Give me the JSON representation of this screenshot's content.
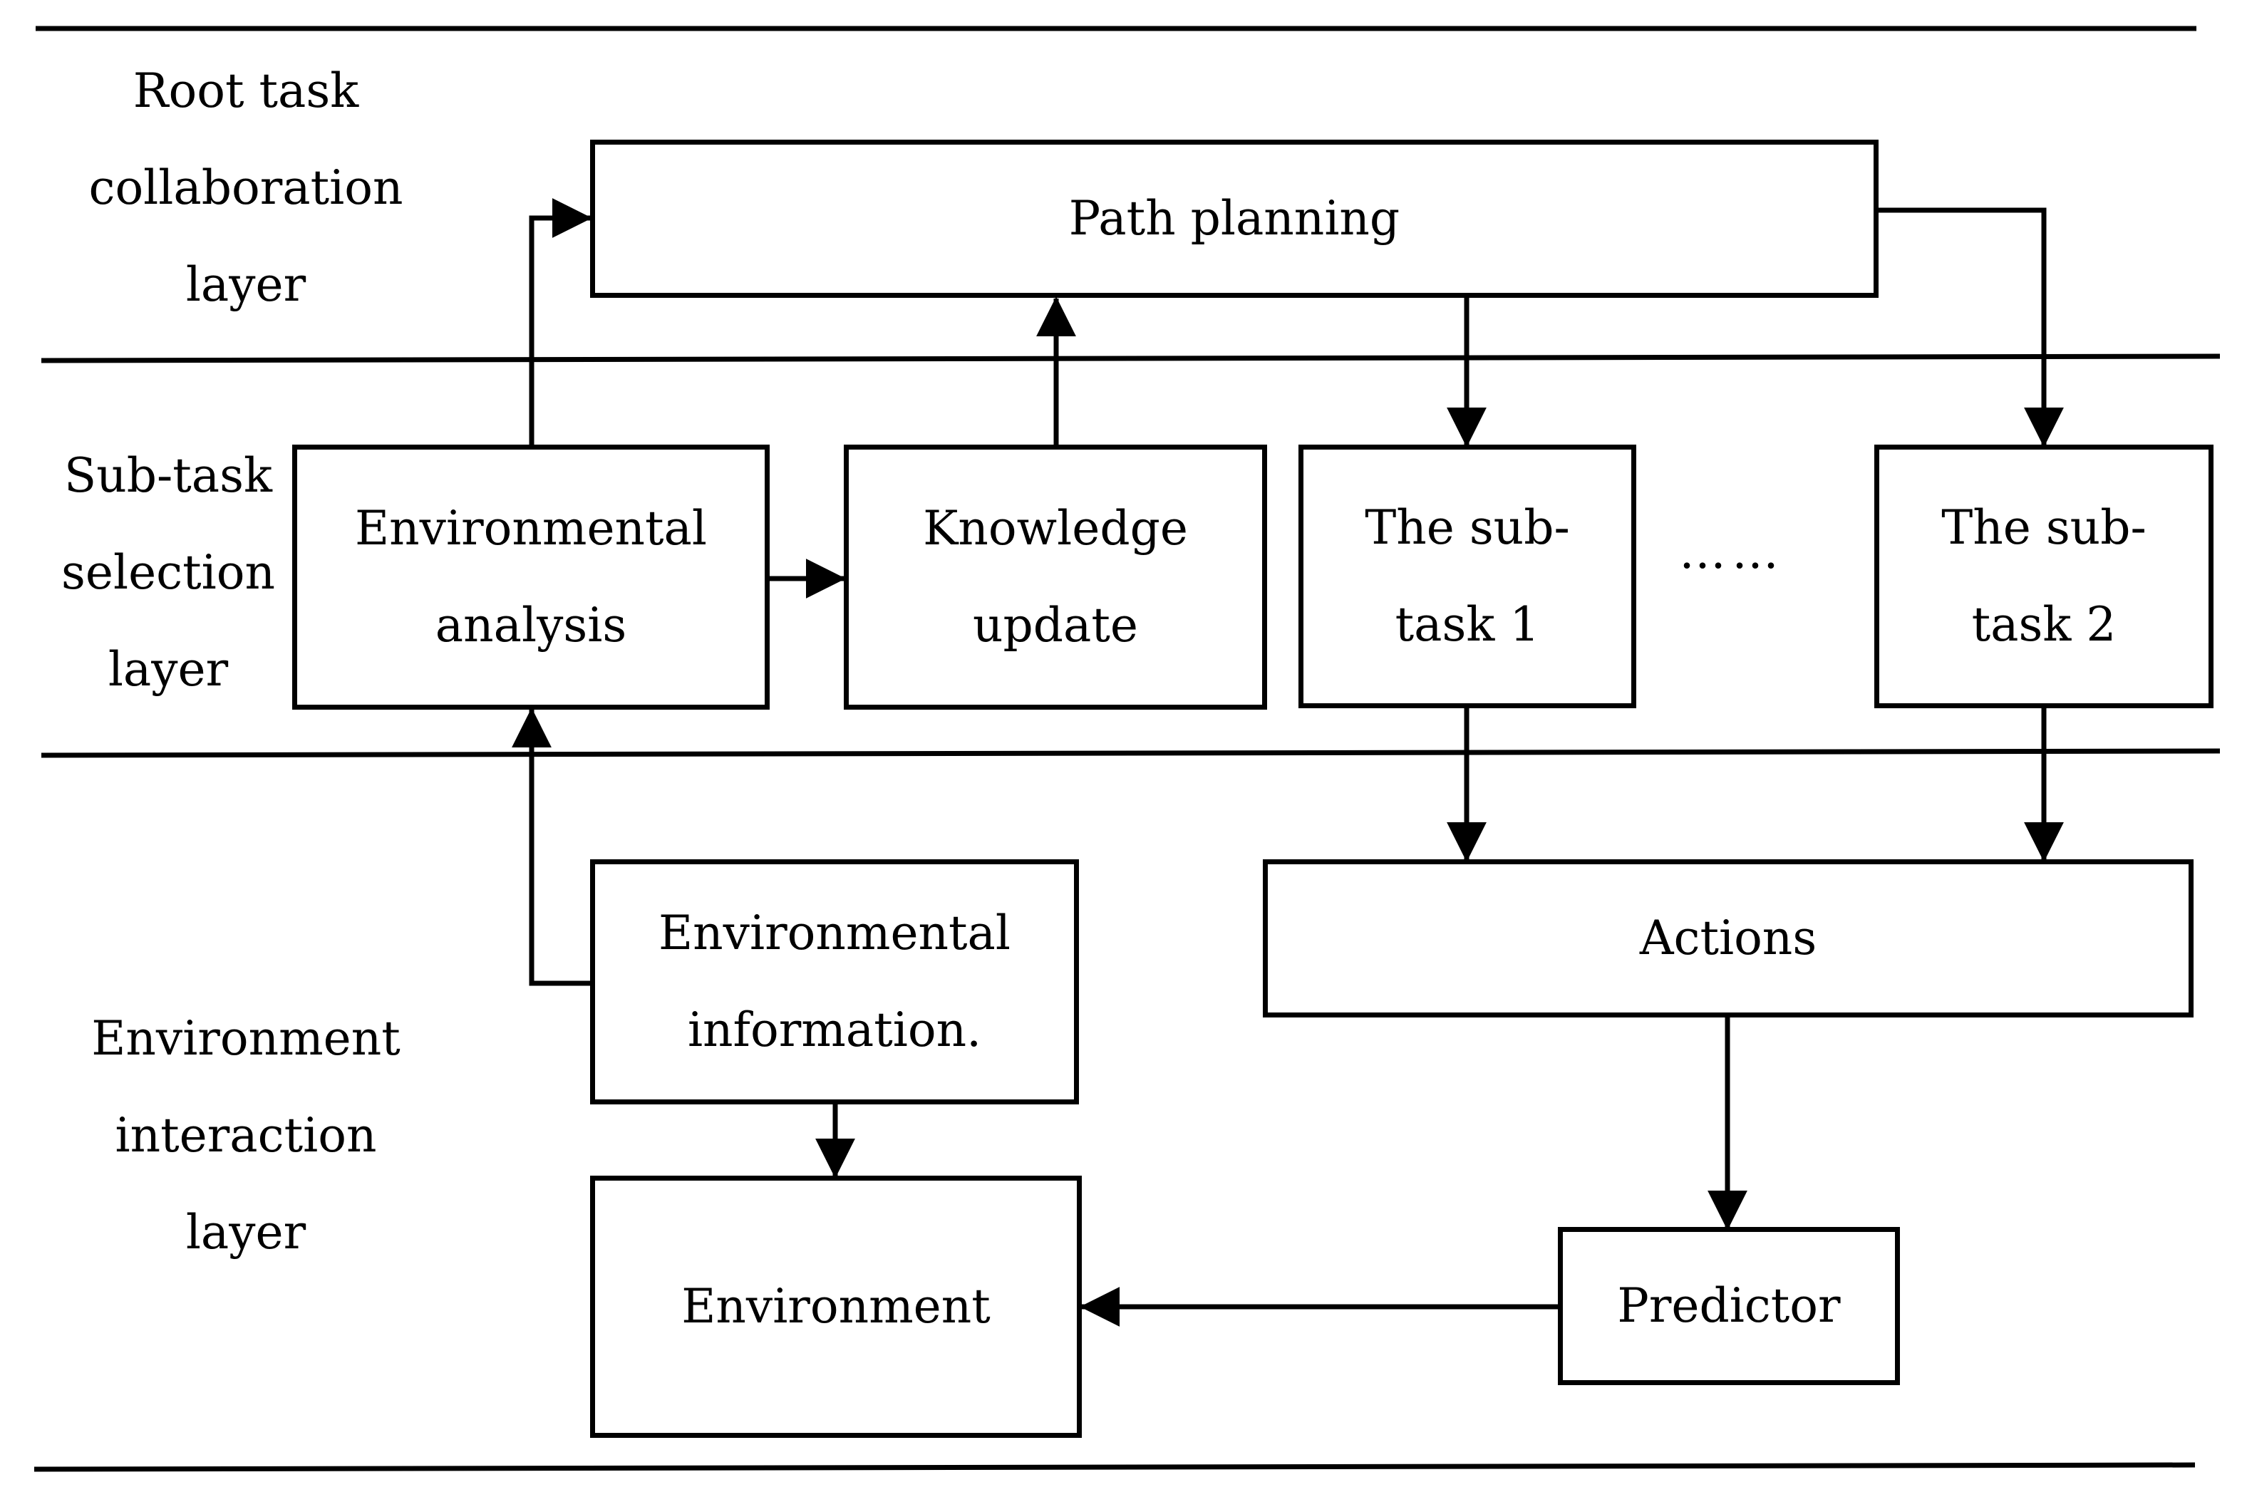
{
  "layers": {
    "root": [
      "Root task",
      "collaboration",
      "layer"
    ],
    "subtask": [
      "Sub-task",
      "selection",
      "layer"
    ],
    "interaction": [
      "Environment",
      "interaction",
      "layer"
    ]
  },
  "nodes": {
    "path_planning": [
      "Path planning"
    ],
    "environmental_analysis": [
      "Environmental",
      "analysis"
    ],
    "knowledge_update": [
      "Knowledge",
      "update"
    ],
    "subtask_1": [
      "The sub-",
      "task 1"
    ],
    "subtask_2": [
      "The sub-",
      "task 2"
    ],
    "ellipsis": "……",
    "actions": [
      "Actions"
    ],
    "environmental_information": [
      "Environmental",
      "information."
    ],
    "environment": [
      "Environment"
    ],
    "predictor": [
      "Predictor"
    ]
  },
  "edges": [
    {
      "from": "environmental_analysis",
      "to": "path_planning"
    },
    {
      "from": "knowledge_update",
      "to": "path_planning"
    },
    {
      "from": "path_planning",
      "to": "subtask_1"
    },
    {
      "from": "path_planning",
      "to": "subtask_2"
    },
    {
      "from": "environmental_analysis",
      "to": "knowledge_update"
    },
    {
      "from": "environmental_information",
      "to": "environmental_analysis"
    },
    {
      "from": "environmental_information",
      "to": "environment"
    },
    {
      "from": "subtask_1",
      "to": "actions"
    },
    {
      "from": "subtask_2",
      "to": "actions"
    },
    {
      "from": "actions",
      "to": "predictor"
    },
    {
      "from": "predictor",
      "to": "environment"
    }
  ],
  "colors": {
    "stroke": "#000000",
    "background": "#ffffff"
  }
}
